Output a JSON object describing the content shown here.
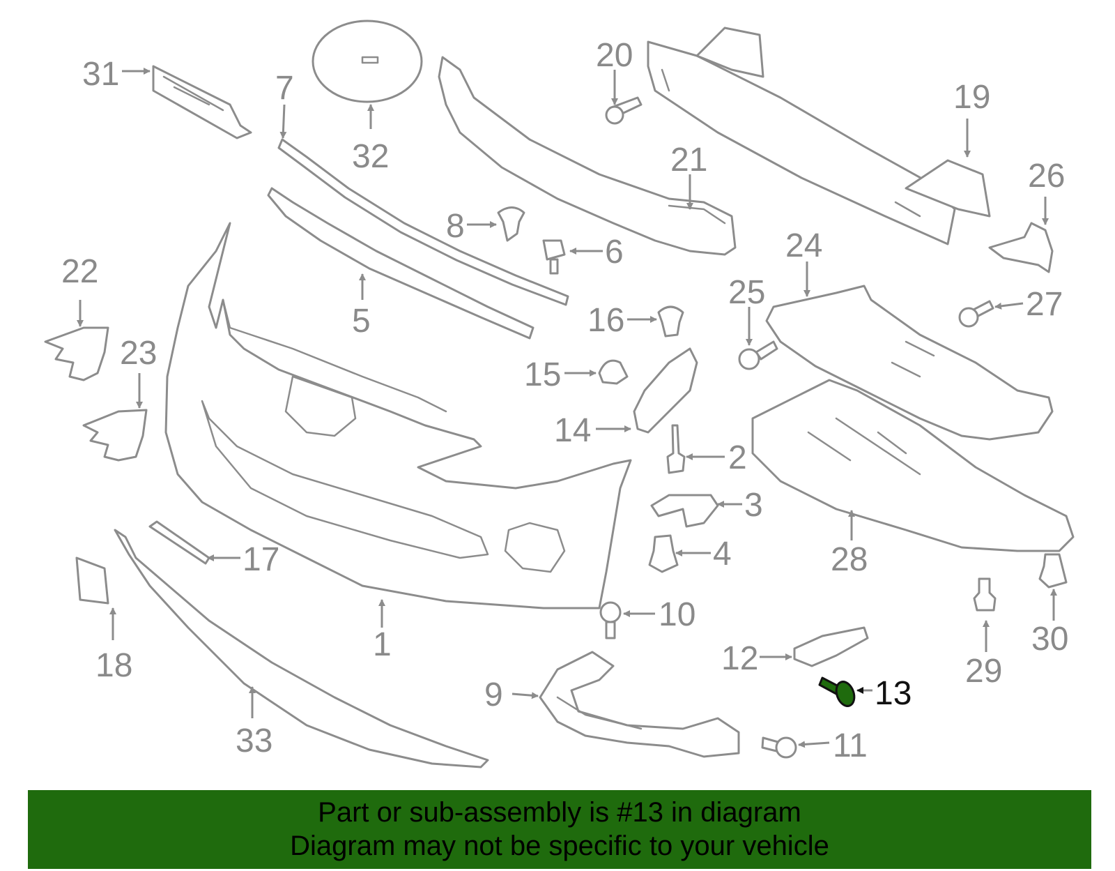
{
  "diagram": {
    "highlight_color": "#1f6b0d",
    "line_color": "#8c8c8c",
    "labels": {
      "l1": "1",
      "l2": "2",
      "l3": "3",
      "l4": "4",
      "l5": "5",
      "l6": "6",
      "l7": "7",
      "l8": "8",
      "l9": "9",
      "l10": "10",
      "l11": "11",
      "l12": "12",
      "l13": "13",
      "l14": "14",
      "l15": "15",
      "l16": "16",
      "l17": "17",
      "l18": "18",
      "l19": "19",
      "l20": "20",
      "l21": "21",
      "l22": "22",
      "l23": "23",
      "l24": "24",
      "l25": "25",
      "l26": "26",
      "l27": "27",
      "l28": "28",
      "l29": "29",
      "l30": "30",
      "l31": "31",
      "l32": "32",
      "l33": "33"
    },
    "highlighted_part": "13"
  },
  "banner": {
    "line1": "Part or sub-assembly is #13 in diagram",
    "line2": "Diagram may not be specific to your vehicle",
    "background": "#1f6b0d"
  }
}
